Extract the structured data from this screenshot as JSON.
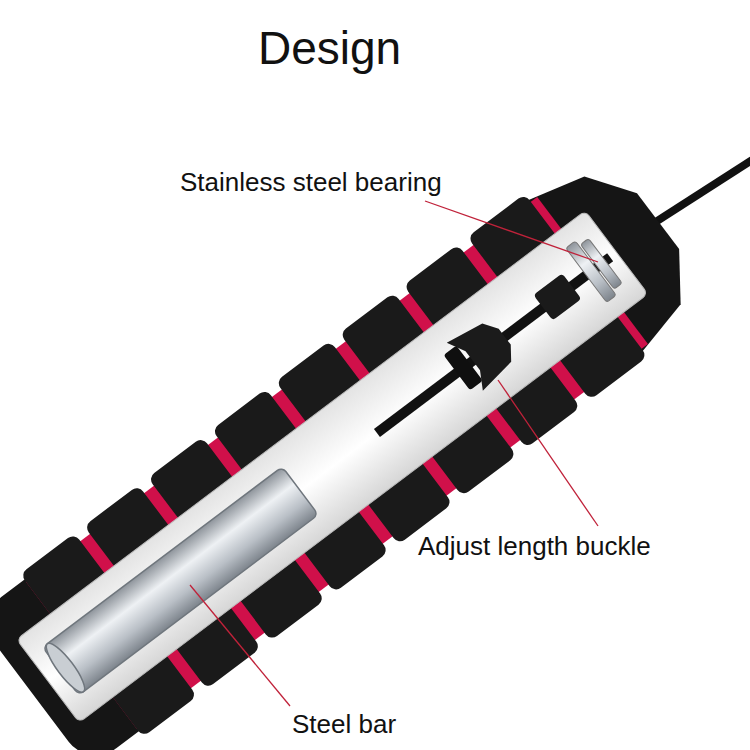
{
  "diagram": {
    "title": "Design",
    "labels": [
      "Stainless steel bearing",
      "Adjust length buckle",
      "Steel bar"
    ]
  }
}
